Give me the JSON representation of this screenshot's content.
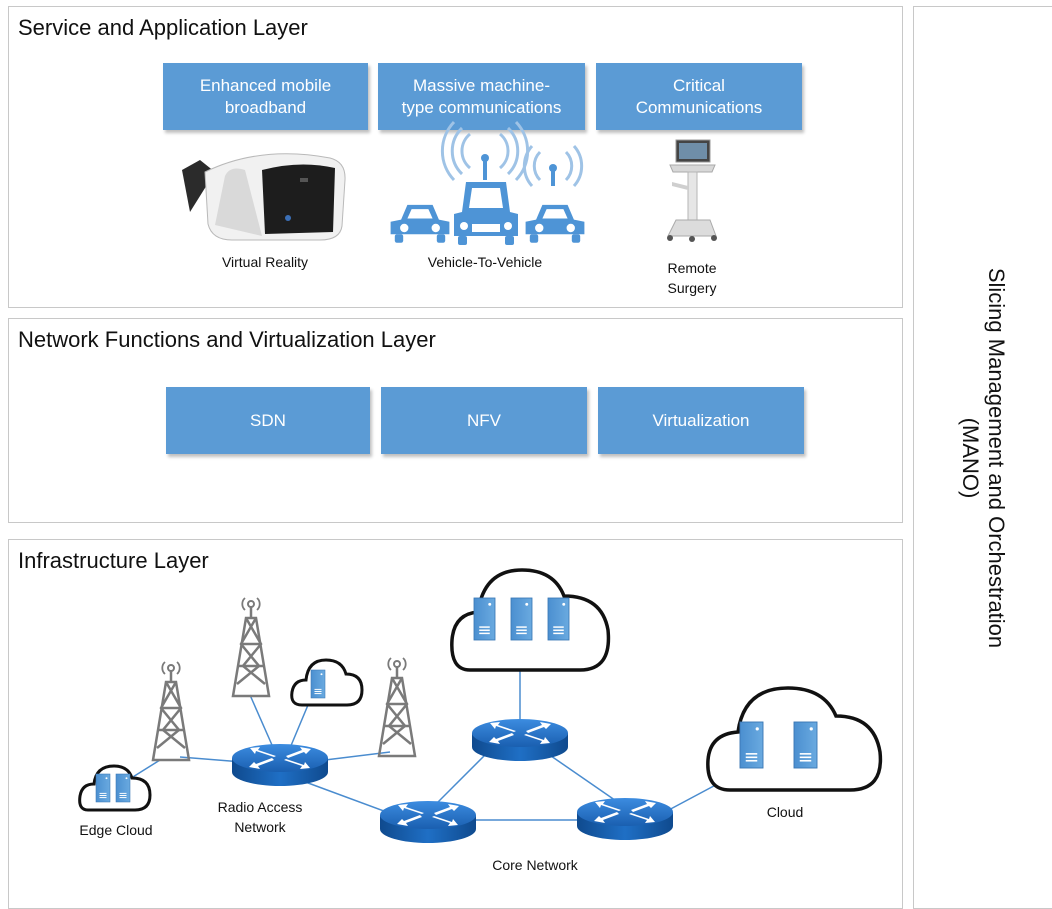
{
  "layers": {
    "service": {
      "title": "Service and Application Layer",
      "boxes": [
        {
          "label_line1": "Enhanced mobile",
          "label_line2": "broadband"
        },
        {
          "label_line1": "Massive machine-",
          "label_line2": "type communications"
        },
        {
          "label_line1": "Critical",
          "label_line2": "Communications"
        }
      ],
      "captions": {
        "vr": "Virtual Reality",
        "v2v": "Vehicle-To-Vehicle",
        "surgery_line1": "Remote",
        "surgery_line2": "Surgery"
      }
    },
    "network": {
      "title": "Network Functions and Virtualization Layer",
      "boxes": [
        "SDN",
        "NFV",
        "Virtualization"
      ]
    },
    "infrastructure": {
      "title": "Infrastructure Layer",
      "labels": {
        "edge_cloud": "Edge Cloud",
        "ran_line1": "Radio Access",
        "ran_line2": "Network",
        "core": "Core Network",
        "cloud": "Cloud"
      }
    }
  },
  "mano": {
    "line1": "Slicing Management and Orchestration",
    "line2": "(MANO)"
  },
  "colors": {
    "box_blue": "#5b9bd5",
    "router_blue": "#1f6fc5",
    "server_blue": "#5b9bd5",
    "link_blue": "#4a8ccf"
  }
}
